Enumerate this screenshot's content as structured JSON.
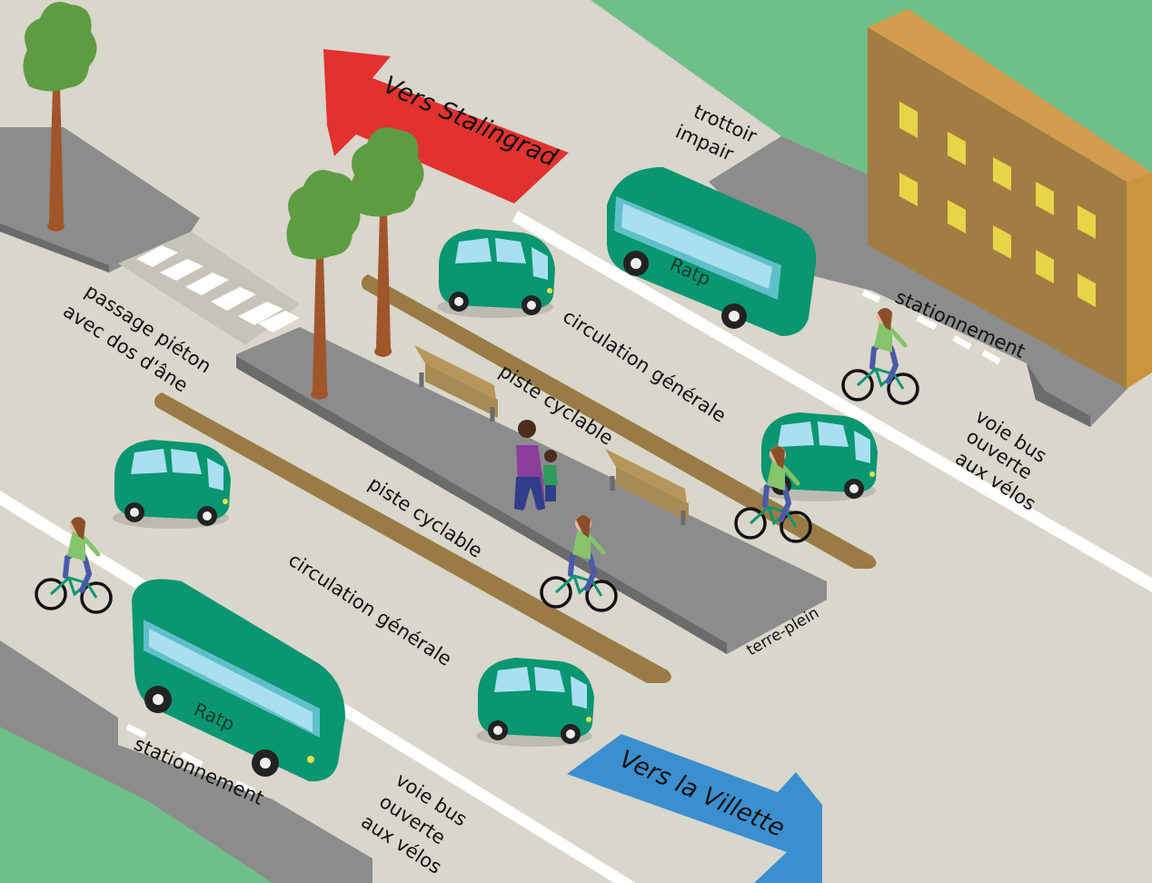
{
  "labels": {
    "arrow_stalingrad": "Vers Stalingrad",
    "arrow_villette": "Vers la Villette",
    "trottoir_line1": "trottoir",
    "trottoir_line2": "impair",
    "passage_line1": "passage piéton",
    "passage_line2": "avec dos d'âne",
    "circulation_top": "circulation générale",
    "piste_top": "piste cyclable",
    "piste_bottom": "piste cyclable",
    "circulation_bottom": "circulation générale",
    "stationnement_top": "stationnement",
    "stationnement_bottom": "stationnement",
    "voiebus_top_line1": "voie bus",
    "voiebus_top_line2": "ouverte",
    "voiebus_top_line3": "aux vélos",
    "voiebus_bottom_line1": "voie bus",
    "voiebus_bottom_line2": "ouverte",
    "voiebus_bottom_line3": "aux vélos",
    "terre_plein": "terre-plein",
    "bus_brand_top": "Ratp",
    "bus_brand_bottom": "Ratp"
  },
  "colors": {
    "road": "#d9d6cc",
    "grass": "#6fbf88",
    "sidewalk": "#8c8c8c",
    "vehicle": "#0a9670",
    "arrow_red": "#e1322f",
    "arrow_blue": "#3b8fcf",
    "building": "#a27d43",
    "divider": "#9a7b45",
    "tree": "#5e9c42"
  }
}
